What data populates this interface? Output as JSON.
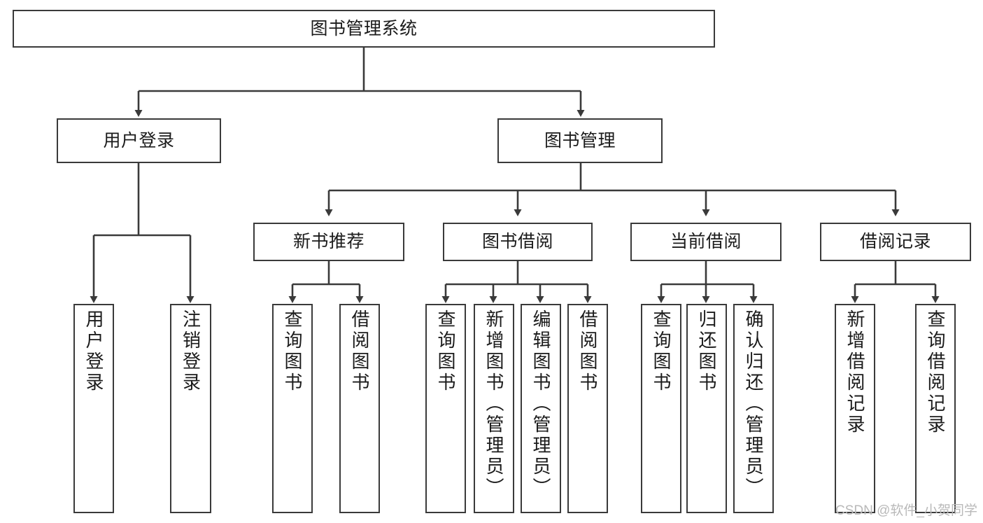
{
  "diagram": {
    "title": "图书管理系统",
    "type": "hierarchy-tree",
    "watermark": "CSDN @软件_小贺同学",
    "colors": {
      "stroke": "#3a3a3a",
      "fill": "#ffffff",
      "text": "#1b1b1b",
      "watermark": "#b9b9b9"
    },
    "nodes": {
      "root": {
        "label": "图书管理系统",
        "level": 1
      },
      "l2": [
        {
          "id": "user-login",
          "label": "用户登录",
          "level": 2
        },
        {
          "id": "book-manage",
          "label": "图书管理",
          "level": 2
        }
      ],
      "l3": [
        {
          "id": "new-book-rec",
          "label": "新书推荐",
          "level": 3
        },
        {
          "id": "book-borrow",
          "label": "图书借阅",
          "level": 3
        },
        {
          "id": "current-borrow",
          "label": "当前借阅",
          "level": 3
        },
        {
          "id": "borrow-record",
          "label": "借阅记录",
          "level": 3
        }
      ],
      "leaves": {
        "user-login": [
          {
            "id": "leaf-user-login",
            "label": "用户登录"
          },
          {
            "id": "leaf-user-logout",
            "label": "注销登录"
          }
        ],
        "new-book-rec": [
          {
            "id": "leaf-query-book-1",
            "label": "查询图书"
          },
          {
            "id": "leaf-borrow-book-1",
            "label": "借阅图书"
          }
        ],
        "book-borrow": [
          {
            "id": "leaf-query-book-2",
            "label": "查询图书"
          },
          {
            "id": "leaf-add-book",
            "label": "新增图书（管理员）"
          },
          {
            "id": "leaf-edit-book",
            "label": "编辑图书（管理员）"
          },
          {
            "id": "leaf-borrow-book-2",
            "label": "借阅图书"
          }
        ],
        "current-borrow": [
          {
            "id": "leaf-query-book-3",
            "label": "查询图书"
          },
          {
            "id": "leaf-return-book",
            "label": "归还图书"
          },
          {
            "id": "leaf-confirm-return",
            "label": "确认归还（管理员）"
          }
        ],
        "borrow-record": [
          {
            "id": "leaf-add-record",
            "label": "新增借阅记录"
          },
          {
            "id": "leaf-query-record",
            "label": "查询借阅记录"
          }
        ]
      }
    }
  }
}
